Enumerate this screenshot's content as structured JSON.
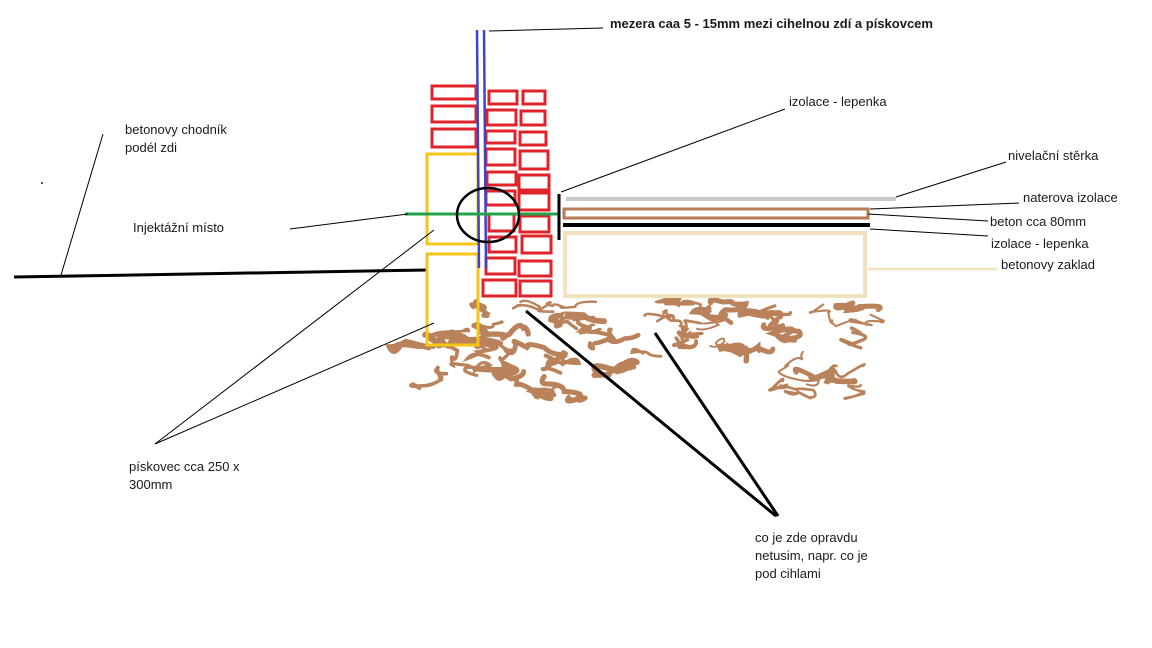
{
  "labels": {
    "gap_note": "mezera caa 5 - 15mm mezi cihelnou zdí a pískovcem",
    "insulation_felt_top": "izolace - lepenka",
    "sidewalk_line1": "betonovy chodník",
    "sidewalk_line2": "podél zdi",
    "leveling_screed": "nivelační stěrka",
    "coating_insulation": "naterova izolace",
    "concrete_slab": "beton cca 80mm",
    "insulation_felt_bottom": "izolace - lepenka",
    "concrete_foundation": "betonovy zaklad",
    "injection_point": "Injektážní místo",
    "sandstone_line1": "pískovec cca 250 x",
    "sandstone_line2": "300mm",
    "unknown_line1": "co je zde opravdu",
    "unknown_line2": "netusim, napr. co je",
    "unknown_line3": "pod cihlami"
  },
  "colors": {
    "brick": "#e0232b",
    "sandstone": "#f5c518",
    "gap_line": "#3b45c9",
    "injection_line": "#22a34a",
    "soil": "#b9825a",
    "screed": "#c8c8c8",
    "coating": "#b87c5a",
    "foundation": "#efe2bd",
    "ink": "#000000"
  }
}
